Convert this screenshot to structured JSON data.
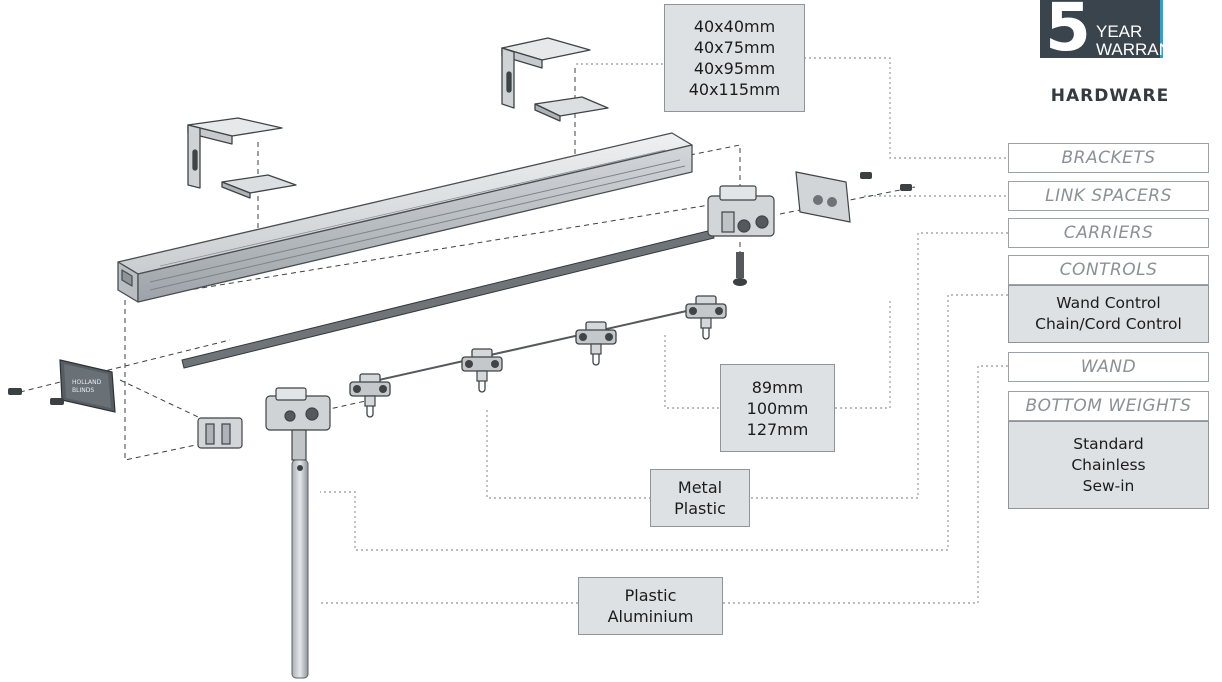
{
  "warranty": {
    "number": "5",
    "line1": "YEAR",
    "line2": "WARRANTY"
  },
  "heading": "HARDWARE",
  "categories": [
    {
      "label": "BRACKETS"
    },
    {
      "label": "LINK SPACERS"
    },
    {
      "label": "CARRIERS"
    },
    {
      "label": "CONTROLS"
    },
    {
      "label": "WAND"
    },
    {
      "label": "BOTTOM WEIGHTS"
    }
  ],
  "controls_options": [
    "Wand Control",
    "Chain/Cord Control"
  ],
  "bottom_weights_options": [
    "Standard",
    "Chainless",
    "Sew-in"
  ],
  "bracket_sizes": [
    "40x40mm",
    "40x75mm",
    "40x95mm",
    "40x115mm"
  ],
  "spacer_sizes": [
    "89mm",
    "100mm",
    "127mm"
  ],
  "carrier_materials": [
    "Metal",
    "Plastic"
  ],
  "wand_materials": [
    "Plastic",
    "Aluminium"
  ],
  "endcap_text": [
    "HOLLAND",
    "BLINDS"
  ],
  "colors": {
    "box_fill": "#dde1e4",
    "box_border": "#8f969b",
    "category_text": "#8b9196",
    "badge_dark": "#3a444c",
    "badge_accent": "#27a3d9",
    "leader": "#a4a9ad",
    "part_fill": "#d9dcde",
    "part_stroke": "#4a4f53"
  }
}
